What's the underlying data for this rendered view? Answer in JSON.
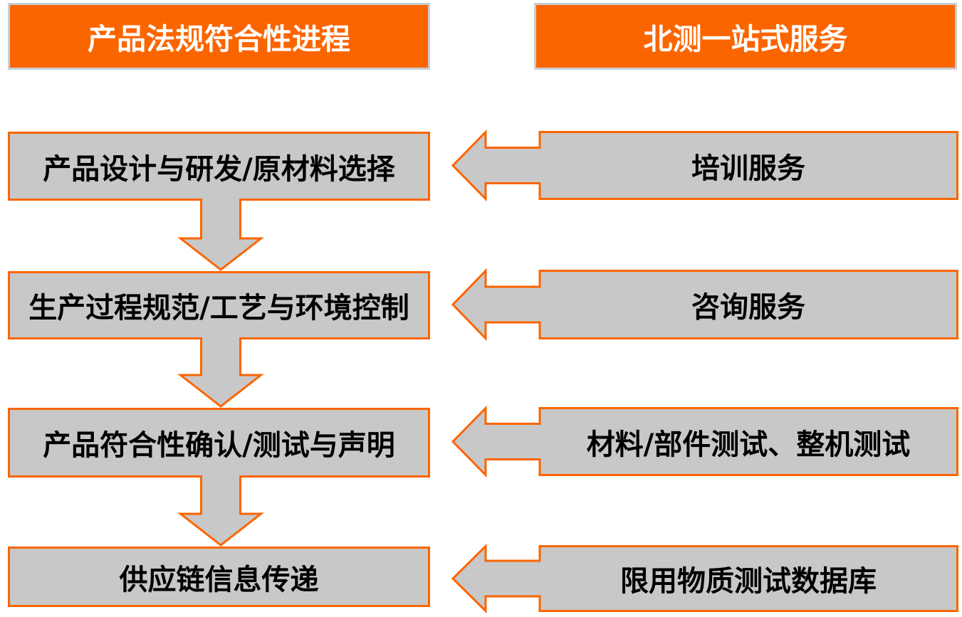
{
  "title": "产品法规符合性进程与北测一站式服务流程图",
  "colors": {
    "accent_orange": "#FB6500",
    "box_gray": "#C8C8C8",
    "header_border_gray": "#C7CED4",
    "text_dark": "#000000",
    "text_light": "#FFFFFF"
  },
  "icons": {
    "down_arrow": "flow-down-arrow",
    "left_arrow": "service-left-arrow"
  },
  "headers": {
    "left": {
      "label": "产品法规符合性进程"
    },
    "right": {
      "label": "北测一站式服务"
    }
  },
  "process_steps": [
    {
      "label": "产品设计与研发/原材料选择"
    },
    {
      "label": "生产过程规范/工艺与环境控制"
    },
    {
      "label": "产品符合性确认/测试与声明"
    },
    {
      "label": "供应链信息传递"
    }
  ],
  "services": [
    {
      "label": "培训服务"
    },
    {
      "label": "咨询服务"
    },
    {
      "label": "材料/部件测试、整机测试"
    },
    {
      "label": "限用物质测试数据库"
    }
  ]
}
